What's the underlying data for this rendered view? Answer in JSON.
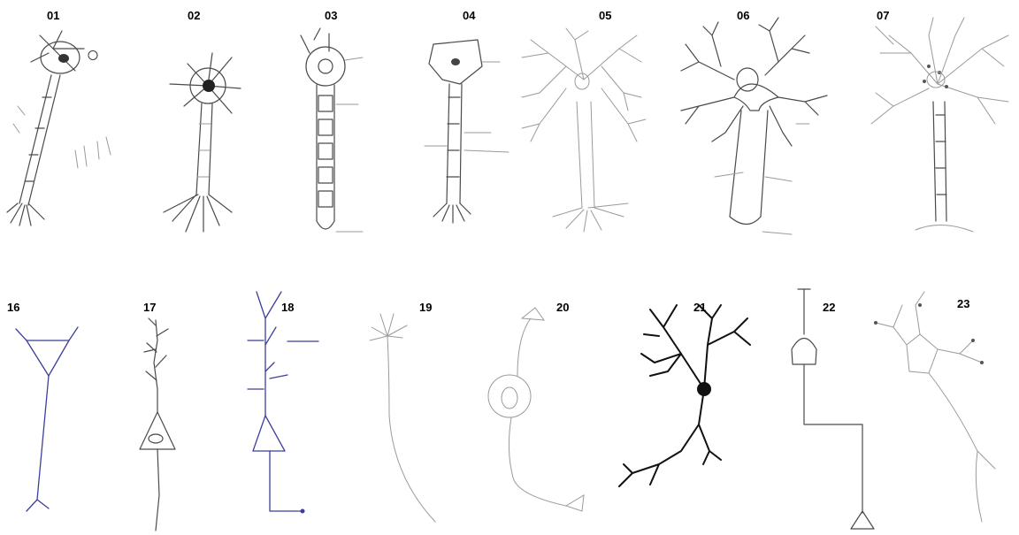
{
  "panels": {
    "p01": "01",
    "p02": "02",
    "p03": "03",
    "p04": "04",
    "p05": "05",
    "p06": "06",
    "p07": "07",
    "p16": "16",
    "p17": "17",
    "p18": "18",
    "p19": "19",
    "p20": "20",
    "p21": "21",
    "p22": "22",
    "p23": "23"
  },
  "colors": {
    "pencil": "#4a4a4a",
    "blue_ink": "#3b3f9a",
    "black_ink": "#111111"
  }
}
